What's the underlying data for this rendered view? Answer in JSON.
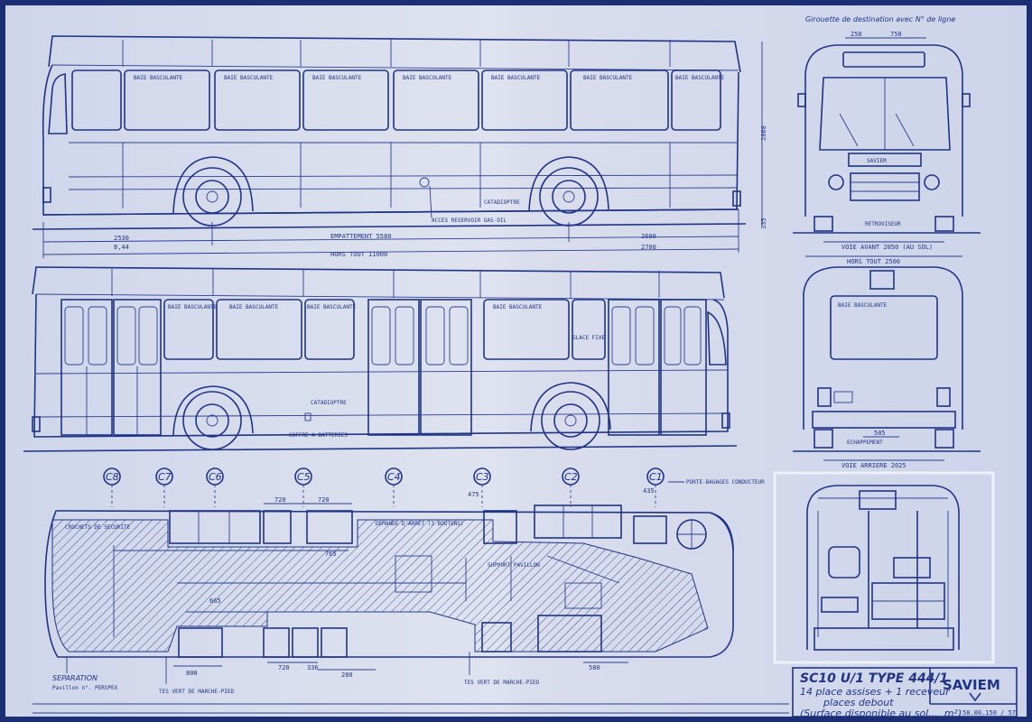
{
  "labels": {
    "baie": "BAIE BASCULANTE",
    "glace_fixe": "GLACE FIXE",
    "catadioptre": "CATADIOPTRE",
    "acces_reservoir": "ACCES RESERVOIR GAS-OIL",
    "coffre_batteries": "COFFRE A BATTERIES",
    "girouette": "Girouette de destination avec N° de ligne",
    "saviem_grille": "SAVIEM",
    "retroviseur": "RETROVISEUR",
    "echappement": "ECHAPPEMENT",
    "porte_bagages": "PORTE-BAGAGES CONDUCTEUR",
    "demande_arret": "DEMANDE D'ARRET (3 BOUTONS)",
    "separation": "SEPARATION",
    "separation_sub": "Pavillon n°. PERSPEX",
    "tes_vert_1": "TES VERT DE MARCHE-PIED",
    "tes_vert_2": "TES VERT DE MARCHE-PIED",
    "crochets": "CROCHETS DE SECURITE",
    "support_pavillon": "SUPPORT PAVILLON"
  },
  "dimensions": {
    "hauteur": "2868",
    "garde": "335",
    "porte_a_faux_av": "2530",
    "empattement": "EMPATTEMENT 5580",
    "porte_a_faux_ar": "2690",
    "porte_a_faux_ar2": "2700",
    "av_sub": "8,44",
    "hors_tout": "HORS TOUT 11000",
    "front_250": "250",
    "front_750": "750",
    "voie_avant": "VOIE AVANT 2050 (AU SOL)",
    "hors_tout_larg": "HORS TOUT 2500",
    "rear_505": "505",
    "voie_arriere": "VOIE ARRIERE 2025",
    "plan_720a": "720",
    "plan_720b": "720",
    "plan_475": "475",
    "plan_435": "435",
    "plan_800": "800",
    "plan_720c": "720",
    "plan_336": "336",
    "plan_280": "280",
    "plan_580": "580",
    "plan_765": "765",
    "plan_665": "665"
  },
  "sections": [
    "C8",
    "C7",
    "C6",
    "C5",
    "C4",
    "C3",
    "C2",
    "C1"
  ],
  "title_block": {
    "model": "SC10 U/1 TYPE 444/1",
    "line1": "14 place assises + 1 receveur",
    "line2": "places debout",
    "line3": "(Surface disponible au sol.... m²)",
    "brand": "SAVIEM",
    "ref": "50.00.150 / 57"
  },
  "colors": {
    "ink": "#1f3487",
    "paper": "#d9ddec",
    "frame": "#1c2f74"
  }
}
